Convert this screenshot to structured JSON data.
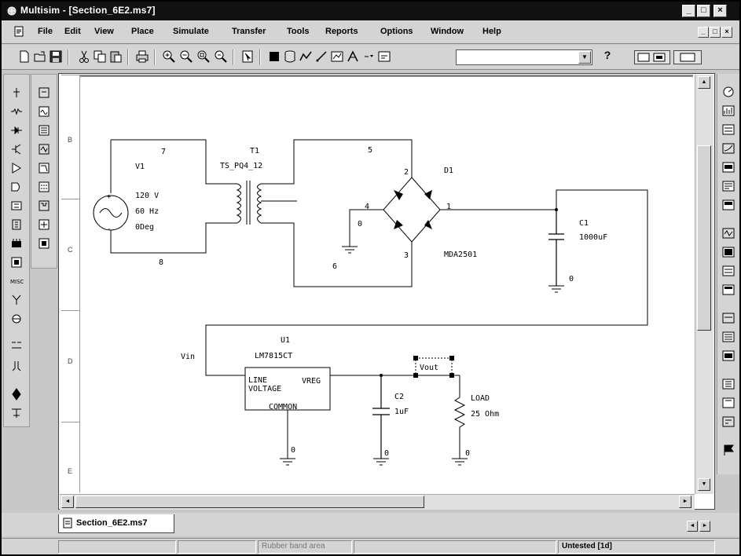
{
  "window": {
    "title": "Multisim - [Section_6E2.ms7]",
    "controls": {
      "minimize": "_",
      "maximize": "□",
      "close": "×"
    }
  },
  "menu": {
    "items": [
      "File",
      "Edit",
      "View",
      "Place",
      "Simulate",
      "Transfer",
      "Tools",
      "Reports",
      "Options",
      "Window",
      "Help"
    ],
    "mdi_controls": [
      "_",
      "□",
      "×"
    ]
  },
  "toolbar": {
    "buttons": [
      "new",
      "open",
      "save",
      "cut",
      "copy",
      "paste",
      "print",
      "zoom-in",
      "zoom-out",
      "zoom-area",
      "zoom-fit",
      "pointer",
      "component",
      "graph",
      "wire",
      "bus",
      "database",
      "postprocessor"
    ],
    "in_use_list_value": "",
    "help_label": "?"
  },
  "ruler": {
    "labels": [
      "B",
      "C",
      "D",
      "E"
    ]
  },
  "schematic": {
    "v1": {
      "ref": "V1",
      "line1": "120 V",
      "line2": "60 Hz",
      "line3": "0Deg"
    },
    "t1": {
      "ref": "T1",
      "model": "TS_PQ4_12"
    },
    "d1": {
      "ref": "D1",
      "model": "MDA2501"
    },
    "c1": {
      "ref": "C1",
      "value": "1000uF"
    },
    "u1": {
      "ref": "U1",
      "model": "LM7815CT",
      "pin_line": "LINE",
      "pin_voltage": "VOLTAGE",
      "pin_vreg": "VREG",
      "pin_common": "COMMON"
    },
    "c2": {
      "ref": "C2",
      "value": "1uF"
    },
    "load": {
      "ref": "LOAD",
      "value": "25 Ohm"
    },
    "labels": {
      "vin": "Vin",
      "vout": "Vout"
    },
    "nodes": {
      "n7": "7",
      "n8": "8",
      "n5": "5",
      "n6": "6",
      "n2": "2",
      "n4": "4",
      "n1": "1",
      "n3": "3",
      "gnd": "0"
    }
  },
  "tabs": {
    "active": "Section_6E2.ms7",
    "nav": [
      "◄",
      "►"
    ]
  },
  "status": {
    "left": "",
    "middle": "",
    "mid2": "Rubber band area",
    "right": "Untested [1d]"
  }
}
